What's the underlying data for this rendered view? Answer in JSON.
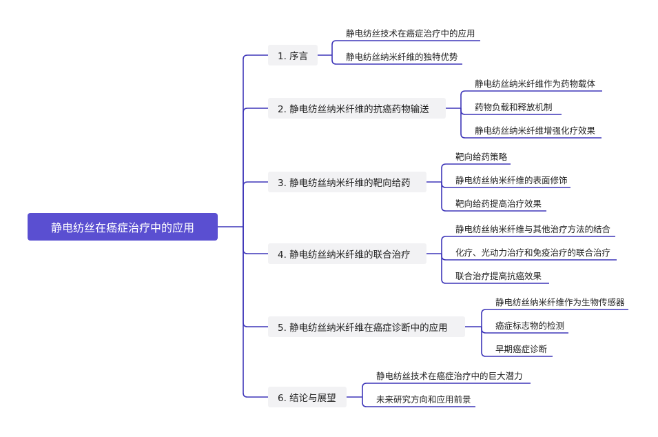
{
  "root": {
    "label": "静电纺丝在癌症治疗中的应用"
  },
  "colors": {
    "root_fill": "#5a4fd1",
    "edge": "#3d35b8",
    "branch_fill": "#f2f2f4"
  },
  "branches": [
    {
      "label": "1. 序言",
      "children": [
        "静电纺丝技术在癌症治疗中的应用",
        "静电纺丝纳米纤维的独特优势"
      ]
    },
    {
      "label": "2. 静电纺丝纳米纤维的抗癌药物输送",
      "children": [
        "静电纺丝纳米纤维作为药物载体",
        "药物负载和释放机制",
        "静电纺丝纳米纤维增强化疗效果"
      ]
    },
    {
      "label": "3. 静电纺丝纳米纤维的靶向给药",
      "children": [
        "靶向给药策略",
        "静电纺丝纳米纤维的表面修饰",
        "靶向给药提高治疗效果"
      ]
    },
    {
      "label": "4. 静电纺丝纳米纤维的联合治疗",
      "children": [
        "静电纺丝纳米纤维与其他治疗方法的结合",
        "化疗、光动力治疗和免疫治疗的联合治疗",
        "联合治疗提高抗癌效果"
      ]
    },
    {
      "label": "5. 静电纺丝纳米纤维在癌症诊断中的应用",
      "children": [
        "静电纺丝纳米纤维作为生物传感器",
        "癌症标志物的检测",
        "早期癌症诊断"
      ]
    },
    {
      "label": "6. 结论与展望",
      "children": [
        "静电纺丝技术在癌症治疗中的巨大潜力",
        "未来研究方向和应用前景"
      ]
    }
  ]
}
